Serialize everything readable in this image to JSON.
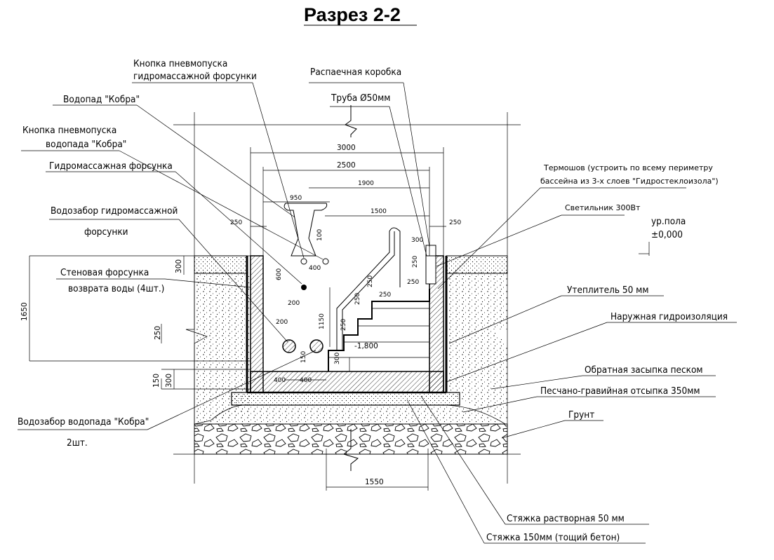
{
  "title": "Разрез 2-2",
  "leaders": {
    "knopka_forsunki_1": "Кнопка пневмопуска",
    "knopka_forsunki_2": "гидромассажной форсунки",
    "vodopad": "Водопад \"Кобра\"",
    "knopka_vodopada_1": "Кнопка пневмопуска",
    "knopka_vodopada_2": "водопада \"Кобра\"",
    "forsunka": "Гидромассажная форсунка",
    "vodozabor_forsunki_1": "Водозабор гидромассажной",
    "vodozabor_forsunki_2": "форсунки",
    "stenovaya_1": "Стеновая форсунка",
    "stenovaya_2": "возврата воды (4шт.)",
    "vodozabor_vodopada_1": "Водозабор водопада \"Кобра\"",
    "vodozabor_vodopada_2": "2шт.",
    "korobka": "Распаечная коробка",
    "truba": "Труба Ø50мм",
    "termoshov_1": "Термошов (устроить по всему периметру",
    "termoshov_2": "бассейна из 3-х слоев \"Гидростеклоизола\")",
    "svetilnik": "Светильник 300Вт",
    "ur_pola_1": "ур.пола",
    "ur_pola_2": "±0,000",
    "uteplitel": "Утеплитель 50 мм",
    "gidroizolyaciya": "Наружная гидроизоляция",
    "zasypka": "Обратная засыпка песком",
    "otsypka": "Песчано-гравийная отсыпка 350мм",
    "grunt": "Грунт",
    "styazhka_50": "Стяжка растворная 50 мм",
    "styazhka_150": "Стяжка 150мм (тощий бетон)"
  },
  "dimensions": {
    "d3000": "3000",
    "d2500": "2500",
    "d1900": "1900",
    "d1500": "1500",
    "d950": "950",
    "d250_left": "250",
    "d250_right": "250",
    "d100": "100",
    "d400_top": "400",
    "d600": "600",
    "d300_step": "300",
    "d250_step1": "250",
    "d250_step2": "250",
    "d250_step3": "250",
    "d250_step4": "250",
    "d250_step5": "250",
    "d250_step6": "250",
    "d200_a": "200",
    "d200_b": "200",
    "d1150": "1150",
    "d150_pipe": "150",
    "d400_bot1": "400",
    "d400_bot2": "400",
    "d300_floor": "300",
    "level": "-1,800",
    "d1650": "1650",
    "d300_top": "300",
    "d250_side": "250",
    "d150_side": "150",
    "d300_side": "300",
    "d1550": "1550"
  }
}
